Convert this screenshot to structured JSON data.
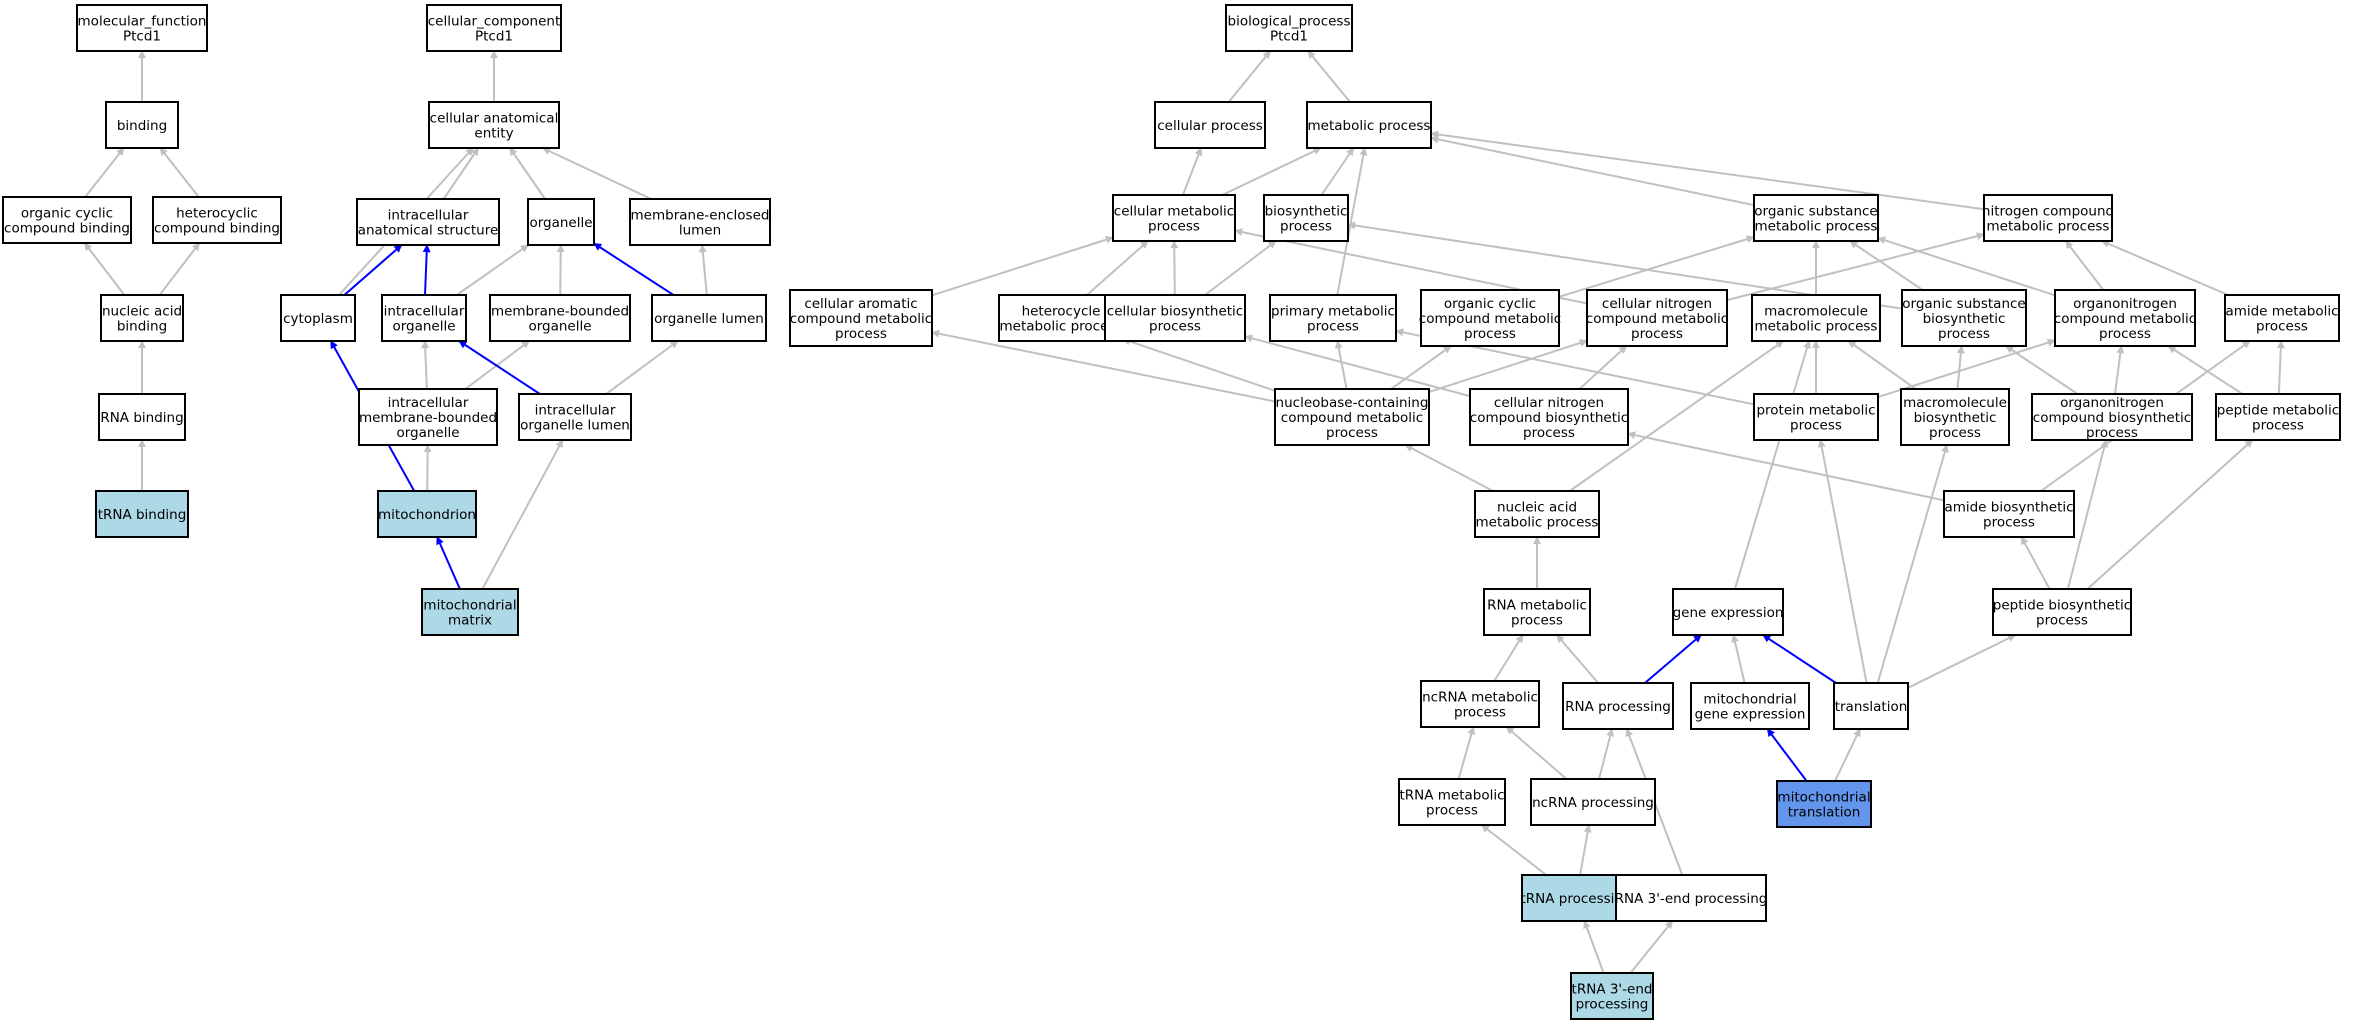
{
  "colors": {
    "default_fill": "#ffffff",
    "highlight_fill": "#add8e6",
    "focus_fill": "#6495ed",
    "edge_gray": "#c0c0c0",
    "edge_blue": "#0000ff"
  },
  "nodes": [
    {
      "id": "mf_root",
      "lines": [
        "molecular_function",
        "Ptcd1"
      ],
      "style": "default"
    },
    {
      "id": "binding",
      "lines": [
        "binding"
      ],
      "style": "default"
    },
    {
      "id": "org_cyc_bind",
      "lines": [
        "organic cyclic",
        "compound binding"
      ],
      "style": "default"
    },
    {
      "id": "hetero_bind",
      "lines": [
        "heterocyclic",
        "compound binding"
      ],
      "style": "default"
    },
    {
      "id": "nuc_bind",
      "lines": [
        "nucleic acid",
        "binding"
      ],
      "style": "default"
    },
    {
      "id": "rna_bind",
      "lines": [
        "RNA binding"
      ],
      "style": "default"
    },
    {
      "id": "trna_bind",
      "lines": [
        "tRNA binding"
      ],
      "style": "highlight"
    },
    {
      "id": "cc_root",
      "lines": [
        "cellular_component",
        "Ptcd1"
      ],
      "style": "default"
    },
    {
      "id": "cell_anat",
      "lines": [
        "cellular anatomical",
        "entity"
      ],
      "style": "default"
    },
    {
      "id": "intra_anat",
      "lines": [
        "intracellular",
        "anatomical structure"
      ],
      "style": "default"
    },
    {
      "id": "organelle",
      "lines": [
        "organelle"
      ],
      "style": "default"
    },
    {
      "id": "mem_lumen",
      "lines": [
        "membrane-enclosed",
        "lumen"
      ],
      "style": "default"
    },
    {
      "id": "cytoplasm",
      "lines": [
        "cytoplasm"
      ],
      "style": "default"
    },
    {
      "id": "intra_org",
      "lines": [
        "intracellular",
        "organelle"
      ],
      "style": "default"
    },
    {
      "id": "mem_bound",
      "lines": [
        "membrane-bounded",
        "organelle"
      ],
      "style": "default"
    },
    {
      "id": "org_lumen",
      "lines": [
        "organelle lumen"
      ],
      "style": "default"
    },
    {
      "id": "intra_mem_bound",
      "lines": [
        "intracellular",
        "membrane-bounded",
        "organelle"
      ],
      "style": "default"
    },
    {
      "id": "intra_org_lumen",
      "lines": [
        "intracellular",
        "organelle lumen"
      ],
      "style": "default"
    },
    {
      "id": "mito",
      "lines": [
        "mitochondrion"
      ],
      "style": "highlight"
    },
    {
      "id": "mito_matrix",
      "lines": [
        "mitochondrial",
        "matrix"
      ],
      "style": "highlight"
    },
    {
      "id": "bp_root",
      "lines": [
        "biological_process",
        "Ptcd1"
      ],
      "style": "default"
    },
    {
      "id": "cell_proc",
      "lines": [
        "cellular process"
      ],
      "style": "default"
    },
    {
      "id": "met_proc",
      "lines": [
        "metabolic process"
      ],
      "style": "default"
    },
    {
      "id": "cell_met",
      "lines": [
        "cellular metabolic",
        "process"
      ],
      "style": "default"
    },
    {
      "id": "biosyn",
      "lines": [
        "biosynthetic",
        "process"
      ],
      "style": "default"
    },
    {
      "id": "org_sub_met",
      "lines": [
        "organic substance",
        "metabolic process"
      ],
      "style": "default"
    },
    {
      "id": "nitro_met",
      "lines": [
        "nitrogen compound",
        "metabolic process"
      ],
      "style": "default"
    },
    {
      "id": "cell_arom",
      "lines": [
        "cellular aromatic",
        "compound metabolic",
        "process"
      ],
      "style": "default"
    },
    {
      "id": "hetero_met",
      "lines": [
        "heterocycle",
        "metabolic process"
      ],
      "style": "default"
    },
    {
      "id": "cell_biosyn",
      "lines": [
        "cellular biosynthetic",
        "process"
      ],
      "style": "default"
    },
    {
      "id": "prim_met",
      "lines": [
        "primary metabolic",
        "process"
      ],
      "style": "default"
    },
    {
      "id": "org_cyc_met",
      "lines": [
        "organic cyclic",
        "compound metabolic",
        "process"
      ],
      "style": "default"
    },
    {
      "id": "cell_nitro_met",
      "lines": [
        "cellular nitrogen",
        "compound metabolic",
        "process"
      ],
      "style": "default"
    },
    {
      "id": "macro_met",
      "lines": [
        "macromolecule",
        "metabolic process"
      ],
      "style": "default"
    },
    {
      "id": "org_sub_biosyn",
      "lines": [
        "organic substance",
        "biosynthetic",
        "process"
      ],
      "style": "default"
    },
    {
      "id": "organonitro_met",
      "lines": [
        "organonitrogen",
        "compound metabolic",
        "process"
      ],
      "style": "default"
    },
    {
      "id": "amide_met",
      "lines": [
        "amide metabolic",
        "process"
      ],
      "style": "default"
    },
    {
      "id": "nucleobase",
      "lines": [
        "nucleobase-containing",
        "compound metabolic",
        "process"
      ],
      "style": "default"
    },
    {
      "id": "cell_nitro_biosyn",
      "lines": [
        "cellular nitrogen",
        "compound biosynthetic",
        "process"
      ],
      "style": "default"
    },
    {
      "id": "prot_met",
      "lines": [
        "protein metabolic",
        "process"
      ],
      "style": "default"
    },
    {
      "id": "macro_biosyn",
      "lines": [
        "macromolecule",
        "biosynthetic",
        "process"
      ],
      "style": "default"
    },
    {
      "id": "organonitro_biosyn",
      "lines": [
        "organonitrogen",
        "compound biosynthetic",
        "process"
      ],
      "style": "default"
    },
    {
      "id": "pep_met",
      "lines": [
        "peptide metabolic",
        "process"
      ],
      "style": "default"
    },
    {
      "id": "nuc_acid_met",
      "lines": [
        "nucleic acid",
        "metabolic process"
      ],
      "style": "default"
    },
    {
      "id": "amide_biosyn",
      "lines": [
        "amide biosynthetic",
        "process"
      ],
      "style": "default"
    },
    {
      "id": "rna_met",
      "lines": [
        "RNA metabolic",
        "process"
      ],
      "style": "default"
    },
    {
      "id": "gene_expr",
      "lines": [
        "gene expression"
      ],
      "style": "default"
    },
    {
      "id": "pep_biosyn",
      "lines": [
        "peptide biosynthetic",
        "process"
      ],
      "style": "default"
    },
    {
      "id": "ncrna_met",
      "lines": [
        "ncRNA metabolic",
        "process"
      ],
      "style": "default"
    },
    {
      "id": "rna_proc",
      "lines": [
        "RNA processing"
      ],
      "style": "default"
    },
    {
      "id": "mito_gene_expr",
      "lines": [
        "mitochondrial",
        "gene expression"
      ],
      "style": "default"
    },
    {
      "id": "translation",
      "lines": [
        "translation"
      ],
      "style": "default"
    },
    {
      "id": "trna_met",
      "lines": [
        "tRNA metabolic",
        "process"
      ],
      "style": "default"
    },
    {
      "id": "ncrna_proc",
      "lines": [
        "ncRNA processing"
      ],
      "style": "default"
    },
    {
      "id": "mito_trans",
      "lines": [
        "mitochondrial",
        "translation"
      ],
      "style": "focus"
    },
    {
      "id": "trna_proc",
      "lines": [
        "tRNA processing"
      ],
      "style": "highlight"
    },
    {
      "id": "rna3_proc",
      "lines": [
        "RNA 3'-end processing"
      ],
      "style": "default"
    },
    {
      "id": "trna3_proc",
      "lines": [
        "tRNA 3'-end",
        "processing"
      ],
      "style": "highlight"
    }
  ],
  "edges": [
    {
      "from": "binding",
      "to": "mf_root",
      "color": "gray"
    },
    {
      "from": "org_cyc_bind",
      "to": "binding",
      "color": "gray"
    },
    {
      "from": "hetero_bind",
      "to": "binding",
      "color": "gray"
    },
    {
      "from": "nuc_bind",
      "to": "org_cyc_bind",
      "color": "gray"
    },
    {
      "from": "nuc_bind",
      "to": "hetero_bind",
      "color": "gray"
    },
    {
      "from": "rna_bind",
      "to": "nuc_bind",
      "color": "gray"
    },
    {
      "from": "trna_bind",
      "to": "rna_bind",
      "color": "gray"
    },
    {
      "from": "cell_anat",
      "to": "cc_root",
      "color": "gray"
    },
    {
      "from": "intra_anat",
      "to": "cell_anat",
      "color": "gray"
    },
    {
      "from": "organelle",
      "to": "cell_anat",
      "color": "gray"
    },
    {
      "from": "mem_lumen",
      "to": "cell_anat",
      "color": "gray"
    },
    {
      "from": "cytoplasm",
      "to": "cell_anat",
      "color": "gray"
    },
    {
      "from": "cytoplasm",
      "to": "intra_anat",
      "color": "blue"
    },
    {
      "from": "intra_org",
      "to": "intra_anat",
      "color": "blue"
    },
    {
      "from": "intra_org",
      "to": "organelle",
      "color": "gray"
    },
    {
      "from": "mem_bound",
      "to": "organelle",
      "color": "gray"
    },
    {
      "from": "org_lumen",
      "to": "organelle",
      "color": "blue"
    },
    {
      "from": "org_lumen",
      "to": "mem_lumen",
      "color": "gray"
    },
    {
      "from": "intra_mem_bound",
      "to": "intra_org",
      "color": "gray"
    },
    {
      "from": "intra_mem_bound",
      "to": "mem_bound",
      "color": "gray"
    },
    {
      "from": "intra_org_lumen",
      "to": "intra_org",
      "color": "blue"
    },
    {
      "from": "intra_org_lumen",
      "to": "org_lumen",
      "color": "gray"
    },
    {
      "from": "mito",
      "to": "cytoplasm",
      "color": "blue"
    },
    {
      "from": "mito",
      "to": "intra_mem_bound",
      "color": "gray"
    },
    {
      "from": "mito_matrix",
      "to": "mito",
      "color": "blue"
    },
    {
      "from": "mito_matrix",
      "to": "intra_org_lumen",
      "color": "gray"
    },
    {
      "from": "cell_proc",
      "to": "bp_root",
      "color": "gray"
    },
    {
      "from": "met_proc",
      "to": "bp_root",
      "color": "gray"
    },
    {
      "from": "cell_met",
      "to": "cell_proc",
      "color": "gray"
    },
    {
      "from": "cell_met",
      "to": "met_proc",
      "color": "gray"
    },
    {
      "from": "biosyn",
      "to": "met_proc",
      "color": "gray"
    },
    {
      "from": "org_sub_met",
      "to": "met_proc",
      "color": "gray"
    },
    {
      "from": "nitro_met",
      "to": "met_proc",
      "color": "gray"
    },
    {
      "from": "prim_met",
      "to": "met_proc",
      "color": "gray"
    },
    {
      "from": "cell_arom",
      "to": "cell_met",
      "color": "gray"
    },
    {
      "from": "hetero_met",
      "to": "cell_met",
      "color": "gray"
    },
    {
      "from": "cell_biosyn",
      "to": "cell_met",
      "color": "gray"
    },
    {
      "from": "cell_biosyn",
      "to": "biosyn",
      "color": "gray"
    },
    {
      "from": "cell_nitro_met",
      "to": "cell_met",
      "color": "gray"
    },
    {
      "from": "cell_nitro_met",
      "to": "nitro_met",
      "color": "gray"
    },
    {
      "from": "org_cyc_met",
      "to": "org_sub_met",
      "color": "gray"
    },
    {
      "from": "macro_met",
      "to": "org_sub_met",
      "color": "gray"
    },
    {
      "from": "org_sub_biosyn",
      "to": "org_sub_met",
      "color": "gray"
    },
    {
      "from": "org_sub_biosyn",
      "to": "biosyn",
      "color": "gray"
    },
    {
      "from": "organonitro_met",
      "to": "org_sub_met",
      "color": "gray"
    },
    {
      "from": "organonitro_met",
      "to": "nitro_met",
      "color": "gray"
    },
    {
      "from": "amide_met",
      "to": "nitro_met",
      "color": "gray"
    },
    {
      "from": "nucleobase",
      "to": "cell_arom",
      "color": "gray"
    },
    {
      "from": "nucleobase",
      "to": "hetero_met",
      "color": "gray"
    },
    {
      "from": "nucleobase",
      "to": "prim_met",
      "color": "gray"
    },
    {
      "from": "nucleobase",
      "to": "org_cyc_met",
      "color": "gray"
    },
    {
      "from": "nucleobase",
      "to": "cell_nitro_met",
      "color": "gray"
    },
    {
      "from": "cell_nitro_biosyn",
      "to": "cell_biosyn",
      "color": "gray"
    },
    {
      "from": "cell_nitro_biosyn",
      "to": "cell_nitro_met",
      "color": "gray"
    },
    {
      "from": "prot_met",
      "to": "prim_met",
      "color": "gray"
    },
    {
      "from": "prot_met",
      "to": "macro_met",
      "color": "gray"
    },
    {
      "from": "prot_met",
      "to": "organonitro_met",
      "color": "gray"
    },
    {
      "from": "macro_biosyn",
      "to": "macro_met",
      "color": "gray"
    },
    {
      "from": "macro_biosyn",
      "to": "org_sub_biosyn",
      "color": "gray"
    },
    {
      "from": "organonitro_biosyn",
      "to": "organonitro_met",
      "color": "gray"
    },
    {
      "from": "organonitro_biosyn",
      "to": "org_sub_biosyn",
      "color": "gray"
    },
    {
      "from": "pep_met",
      "to": "organonitro_met",
      "color": "gray"
    },
    {
      "from": "pep_met",
      "to": "amide_met",
      "color": "gray"
    },
    {
      "from": "nuc_acid_met",
      "to": "nucleobase",
      "color": "gray"
    },
    {
      "from": "nuc_acid_met",
      "to": "macro_met",
      "color": "gray"
    },
    {
      "from": "amide_biosyn",
      "to": "cell_nitro_biosyn",
      "color": "gray"
    },
    {
      "from": "amide_biosyn",
      "to": "amide_met",
      "color": "gray"
    },
    {
      "from": "rna_met",
      "to": "nuc_acid_met",
      "color": "gray"
    },
    {
      "from": "gene_expr",
      "to": "macro_met",
      "color": "gray"
    },
    {
      "from": "pep_biosyn",
      "to": "organonitro_biosyn",
      "color": "gray"
    },
    {
      "from": "pep_biosyn",
      "to": "pep_met",
      "color": "gray"
    },
    {
      "from": "pep_biosyn",
      "to": "amide_biosyn",
      "color": "gray"
    },
    {
      "from": "ncrna_met",
      "to": "rna_met",
      "color": "gray"
    },
    {
      "from": "rna_proc",
      "to": "rna_met",
      "color": "gray"
    },
    {
      "from": "rna_proc",
      "to": "gene_expr",
      "color": "blue"
    },
    {
      "from": "mito_gene_expr",
      "to": "gene_expr",
      "color": "gray"
    },
    {
      "from": "translation",
      "to": "gene_expr",
      "color": "blue"
    },
    {
      "from": "translation",
      "to": "prot_met",
      "color": "gray"
    },
    {
      "from": "translation",
      "to": "macro_biosyn",
      "color": "gray"
    },
    {
      "from": "translation",
      "to": "pep_biosyn",
      "color": "gray"
    },
    {
      "from": "trna_met",
      "to": "ncrna_met",
      "color": "gray"
    },
    {
      "from": "ncrna_proc",
      "to": "ncrna_met",
      "color": "gray"
    },
    {
      "from": "ncrna_proc",
      "to": "rna_proc",
      "color": "gray"
    },
    {
      "from": "mito_trans",
      "to": "mito_gene_expr",
      "color": "blue"
    },
    {
      "from": "mito_trans",
      "to": "translation",
      "color": "gray"
    },
    {
      "from": "trna_proc",
      "to": "trna_met",
      "color": "gray"
    },
    {
      "from": "trna_proc",
      "to": "ncrna_proc",
      "color": "gray"
    },
    {
      "from": "rna3_proc",
      "to": "rna_proc",
      "color": "gray"
    },
    {
      "from": "trna3_proc",
      "to": "trna_proc",
      "color": "gray"
    },
    {
      "from": "trna3_proc",
      "to": "rna3_proc",
      "color": "gray"
    }
  ]
}
